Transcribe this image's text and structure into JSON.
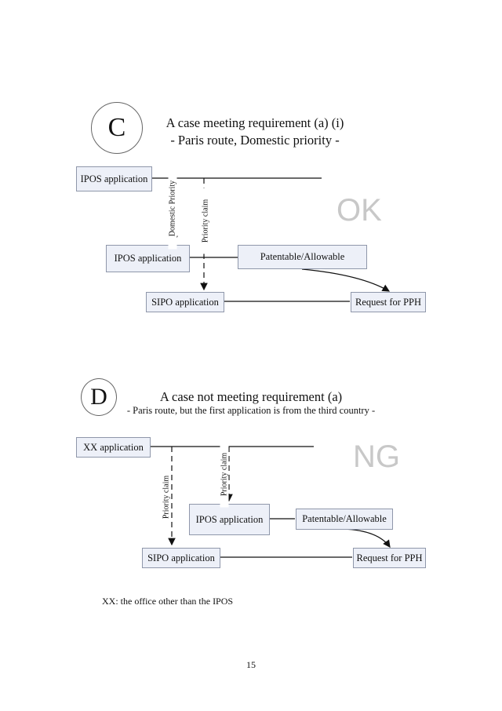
{
  "section_c": {
    "letter": "C",
    "title_line1": "A case meeting requirement (a) (i)",
    "title_line2": "- Paris route, Domestic priority -",
    "boxes": {
      "ipos_first": "IPOS application",
      "ipos_second": "IPOS application",
      "patentable": "Patentable/Allowable",
      "sipo": "SIPO application",
      "pph": "Request for PPH"
    },
    "labels": {
      "domestic_priority": "Domestic Priority",
      "priority_claim": "Priority claim"
    },
    "result": "OK"
  },
  "section_d": {
    "letter": "D",
    "title_main": "A case not meeting requirement (a)",
    "title_sub": "- Paris route, but the first application is from the third country -",
    "boxes": {
      "xx": "XX application",
      "ipos": "IPOS application",
      "patentable": "Patentable/Allowable",
      "sipo": "SIPO application",
      "pph": "Request for PPH"
    },
    "labels": {
      "priority_claim_left": "Priority claim",
      "priority_claim_right": "Priority claim"
    },
    "result": "NG"
  },
  "footnote": "XX: the office other than the IPOS",
  "page_number": "15"
}
